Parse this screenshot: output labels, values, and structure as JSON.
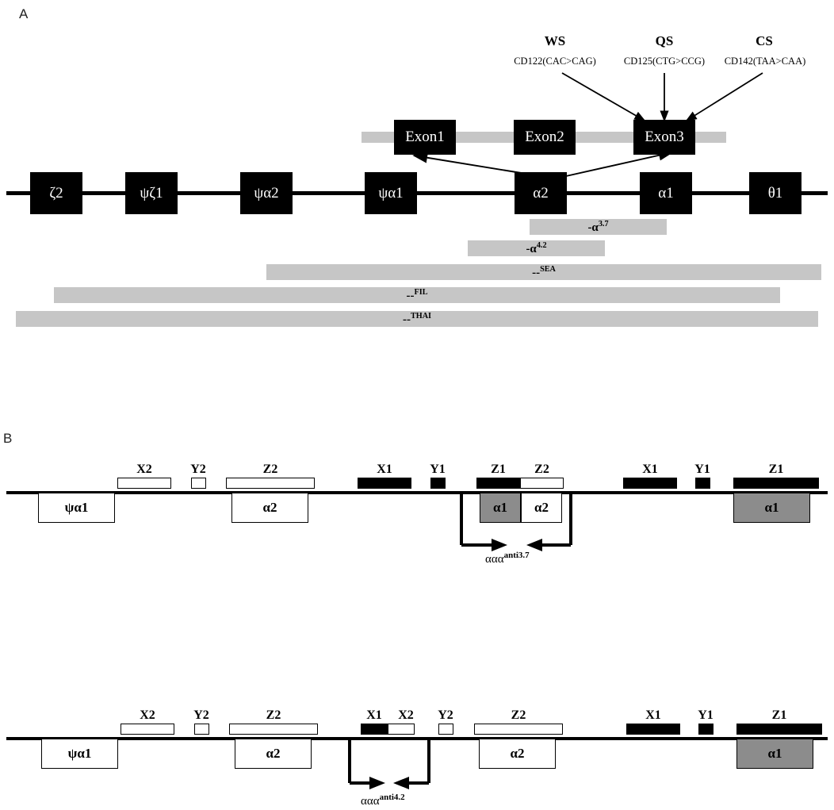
{
  "panels": {
    "a_label": "A",
    "b_label": "B"
  },
  "panel_a": {
    "mutations": [
      {
        "name": "WS",
        "detail": "CD122(CAC>CAG)"
      },
      {
        "name": "QS",
        "detail": "CD125(CTG>CCG)"
      },
      {
        "name": "CS",
        "detail": "CD142(TAA>CAA)"
      }
    ],
    "exons": [
      "Exon1",
      "Exon2",
      "Exon3"
    ],
    "genes": [
      "ζ2",
      "ψζ1",
      "ψα2",
      "ψα1",
      "α2",
      "α1",
      "θ1"
    ],
    "deletions": [
      {
        "label": "-α",
        "sup": "3.7"
      },
      {
        "label": "-α",
        "sup": "4.2"
      },
      {
        "label": "--",
        "sup": "SEA"
      },
      {
        "label": "--",
        "sup": "FIL"
      },
      {
        "label": "--",
        "sup": "THAI"
      }
    ]
  },
  "panel_b": {
    "row1": {
      "segments": [
        "X2",
        "Y2",
        "Z2",
        "X1",
        "Y1",
        "Z1",
        "Z2",
        "X1",
        "Y1",
        "Z1"
      ],
      "genes": [
        "ψα1",
        "α2",
        "α1",
        "α2",
        "α1"
      ],
      "annotation": "ααα",
      "annotation_sup": "anti3.7"
    },
    "row2": {
      "segments": [
        "X2",
        "Y2",
        "Z2",
        "X1",
        "X2",
        "Y2",
        "Z2",
        "X1",
        "Y1",
        "Z1"
      ],
      "genes": [
        "ψα1",
        "α2",
        "α2",
        "α1"
      ],
      "annotation": "ααα",
      "annotation_sup": "anti4.2"
    }
  },
  "colors": {
    "black": "#000000",
    "gray_bar": "#c6c6c6",
    "gene_gray": "#8c8c8c"
  }
}
